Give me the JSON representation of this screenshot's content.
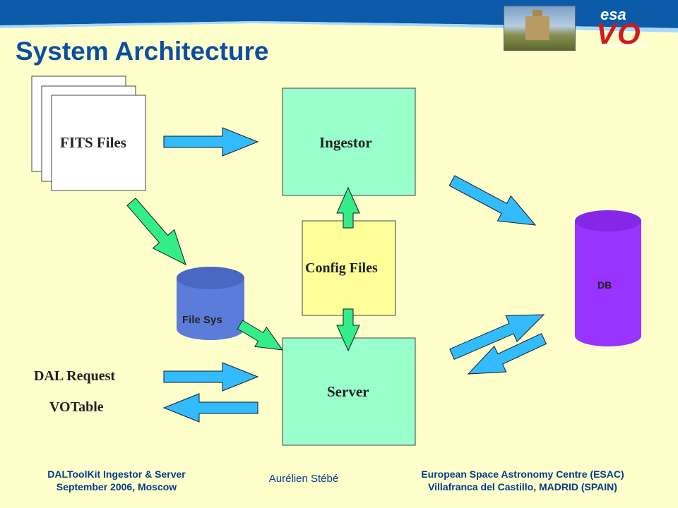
{
  "slide": {
    "title": "System Architecture"
  },
  "diagram": {
    "fits_files": "FITS Files",
    "ingestor": "Ingestor",
    "config_files": "Config Files",
    "file_sys": "File Sys",
    "server": "Server",
    "db": "DB",
    "dal_request": "DAL Request",
    "votable": "VOTable"
  },
  "logo": {
    "esa": "esa",
    "vo": "VO",
    "vo_sub": "Virtual Observatory"
  },
  "footer": {
    "left_line1": "DALToolKit Ingestor & Server",
    "left_line2": "September 2006, Moscow",
    "author": "Aurélien Stébé",
    "right_line1": "European Space Astronomy Centre (ESAC)",
    "right_line2": "Villafranca del Castillo, MADRID (SPAIN)"
  },
  "colors": {
    "background": "#ffffcc",
    "title": "#0b4ea2",
    "box_green": "#99ffcc",
    "box_yellow": "#ffff99",
    "db_purple": "#9933ff",
    "file_sys_blue": "#5b7cd9",
    "arrow_blue": "#33bbff",
    "arrow_green": "#33ee88"
  }
}
